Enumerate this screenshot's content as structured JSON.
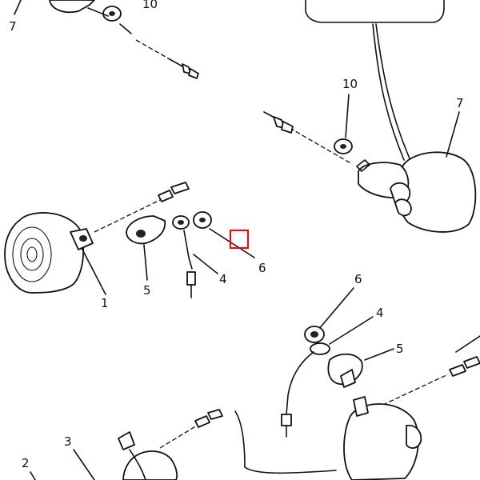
{
  "callouts": [
    {
      "id": "c7a",
      "text": "7"
    },
    {
      "id": "c10a",
      "text": "10"
    },
    {
      "id": "c10b",
      "text": "10"
    },
    {
      "id": "c7b",
      "text": "7"
    },
    {
      "id": "c1",
      "text": "1"
    },
    {
      "id": "c5a",
      "text": "5"
    },
    {
      "id": "c4a",
      "text": "4"
    },
    {
      "id": "c6a",
      "text": "6"
    },
    {
      "id": "c6b",
      "text": "6"
    },
    {
      "id": "c4b",
      "text": "4"
    },
    {
      "id": "c5b",
      "text": "5"
    },
    {
      "id": "c3",
      "text": "3"
    },
    {
      "id": "c2",
      "text": "2"
    }
  ],
  "colors": {
    "line": "#111111",
    "background": "#ffffff",
    "selection": "#ff0000"
  }
}
